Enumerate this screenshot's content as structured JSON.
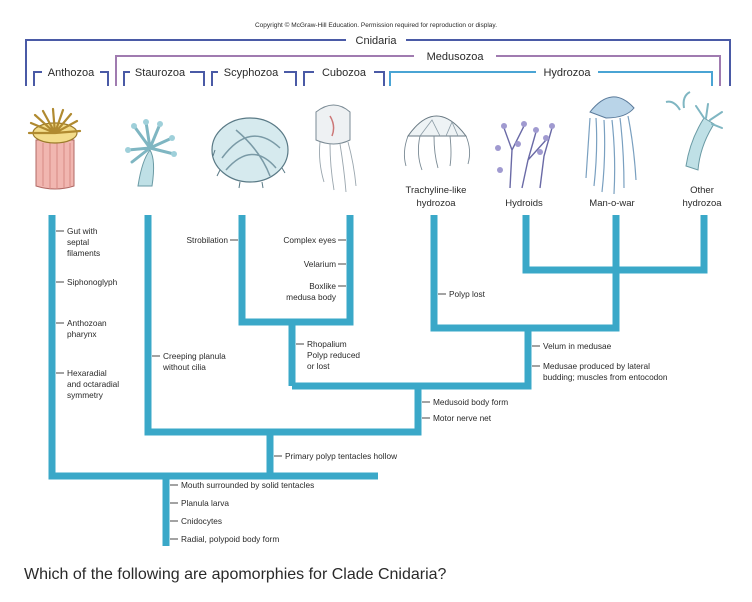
{
  "copyright": "Copyright © McGraw-Hill Education. Permission required for reproduction or display.",
  "groups": {
    "cnidaria": "Cnidaria",
    "medusozoa": "Medusozoa",
    "hydrozoa": "Hydrozoa"
  },
  "taxa_top": [
    "Anthozoa",
    "Staurozoa",
    "Scyphozoa",
    "Cubozoa"
  ],
  "taxa_bottom": {
    "trachyline": [
      "Trachyline-like",
      "hydrozoa"
    ],
    "hydroids": "Hydroids",
    "manowar": "Man-o-war",
    "other": [
      "Other",
      "hydrozoa"
    ]
  },
  "traits": {
    "anthozoa": {
      "gut": [
        "Gut with",
        "septal",
        "filaments"
      ],
      "siphonoglyph": "Siphonoglyph",
      "pharynx": [
        "Anthozoan",
        "pharynx"
      ],
      "symmetry": [
        "Hexaradial",
        "and octaradial",
        "symmetry"
      ]
    },
    "staurozoa": [
      "Creeping planula",
      "without cilia"
    ],
    "scyphozoa": "Strobilation",
    "cubozoa": {
      "eyes": "Complex eyes",
      "velarium": "Velarium",
      "boxlike": [
        "Boxlike",
        "medusa body"
      ]
    },
    "cubo_scypho": [
      "Rhopalium",
      "Polyp reduced",
      "or lost"
    ],
    "trachyline": "Polyp lost",
    "hydrozoa": {
      "velum": "Velum in medusae",
      "budding": [
        "Medusae produced by lateral",
        "budding; muscles from entocodon"
      ]
    },
    "medusozoa": {
      "medusoid": "Medusoid body form",
      "motor": "Motor nerve net"
    },
    "staur_clade": "Primary polyp tentacles hollow",
    "cnidaria": [
      "Mouth surrounded by solid tentacles",
      "Planula larva",
      "Cnidocytes",
      "Radial, polypoid body form"
    ]
  },
  "question": "Which of the following are apomorphies for Clade Cnidaria?"
}
